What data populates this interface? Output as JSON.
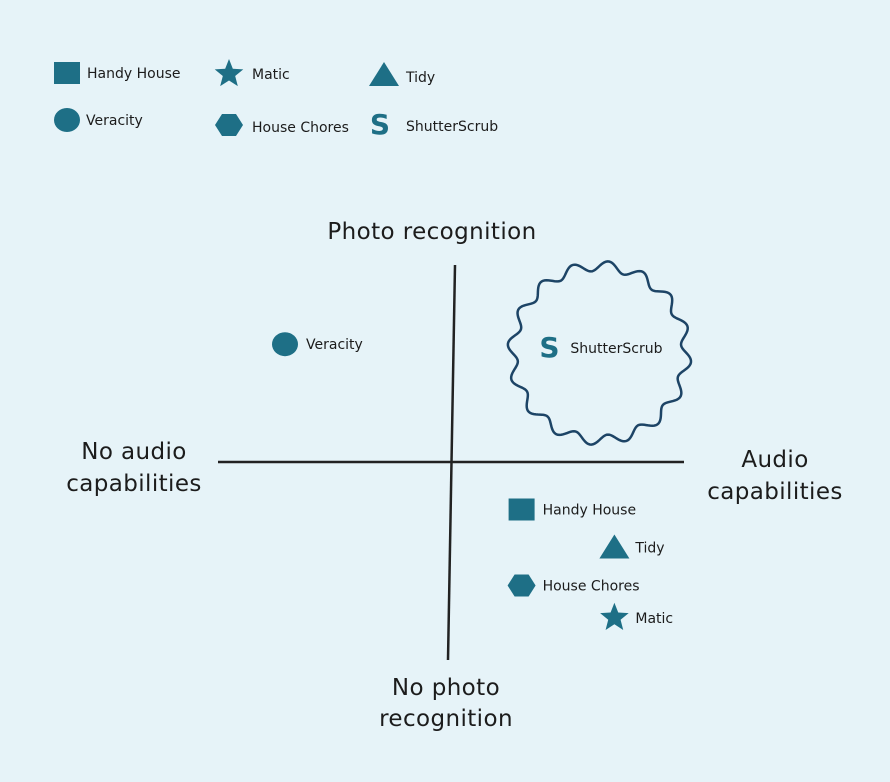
{
  "colors": {
    "background": "#e6f3f8",
    "marker": "#1e6f86",
    "axis": "#222222",
    "highlight_outline": "#1d4466",
    "text": "#1c1c1c"
  },
  "legend": [
    {
      "key": "handy-house",
      "shape": "square",
      "label": "Handy House"
    },
    {
      "key": "matic",
      "shape": "star",
      "label": "Matic"
    },
    {
      "key": "tidy",
      "shape": "triangle",
      "label": "Tidy"
    },
    {
      "key": "veracity",
      "shape": "ellipse",
      "label": "Veracity"
    },
    {
      "key": "house-chores",
      "shape": "hexagon",
      "label": "House Chores"
    },
    {
      "key": "shutterscrub",
      "shape": "s-letter",
      "label": "ShutterScrub"
    }
  ],
  "axes": {
    "top": [
      "Photo recognition"
    ],
    "bottom": [
      "No photo",
      "recognition"
    ],
    "left": [
      "No audio",
      "capabilities"
    ],
    "right": [
      "Audio",
      "capabilities"
    ]
  },
  "points": [
    {
      "key": "veracity",
      "shape": "ellipse",
      "label": "Veracity",
      "audio": -0.72,
      "photo": 0.62
    },
    {
      "key": "shutterscrub",
      "shape": "s-letter",
      "label": "ShutterScrub",
      "audio": 0.42,
      "photo": 0.6,
      "highlighted": true
    },
    {
      "key": "handy-house",
      "shape": "square",
      "label": "Handy House",
      "audio": 0.3,
      "photo": -0.25
    },
    {
      "key": "tidy",
      "shape": "triangle",
      "label": "Tidy",
      "audio": 0.7,
      "photo": -0.45
    },
    {
      "key": "house-chores",
      "shape": "hexagon",
      "label": "House Chores",
      "audio": 0.3,
      "photo": -0.65
    },
    {
      "key": "matic",
      "shape": "star",
      "label": "Matic",
      "audio": 0.7,
      "photo": -0.82
    }
  ]
}
